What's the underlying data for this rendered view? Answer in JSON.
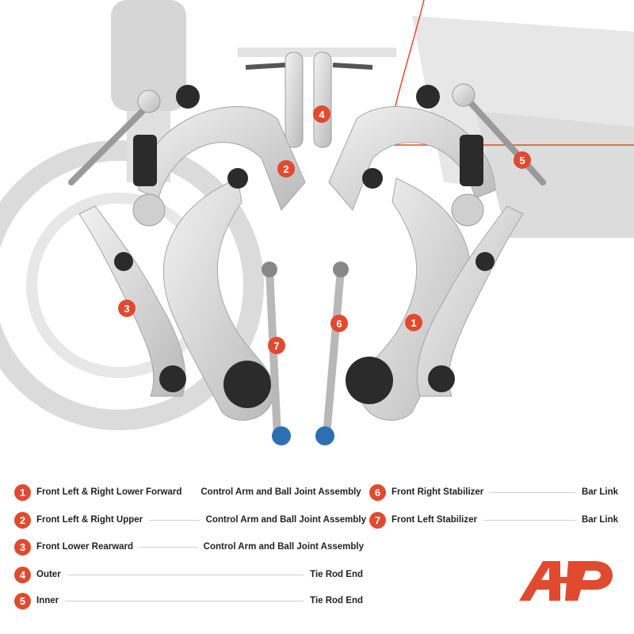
{
  "callout_numbers": [
    "1",
    "2",
    "3",
    "4",
    "5",
    "6",
    "7"
  ],
  "legend": [
    {
      "number": "1",
      "left": "Front Left  &  Right Lower Forward",
      "right": "Control Arm and Ball Joint Assembly"
    },
    {
      "number": "2",
      "left": "Front Left  &  Right  Upper",
      "right": "Control Arm and Ball Joint Assembly"
    },
    {
      "number": "3",
      "left": "Front Lower Rearward",
      "right": "Control Arm and Ball Joint Assembly"
    },
    {
      "number": "4",
      "left": "Outer",
      "right": "Tie Rod End"
    },
    {
      "number": "5",
      "left": "Inner",
      "right": "Tie Rod End"
    },
    {
      "number": "6",
      "left": "Front Right Stabilizer",
      "right": "Bar Link"
    },
    {
      "number": "7",
      "left": "Front Left Stabilizer",
      "right": "Bar Link"
    }
  ],
  "colors": {
    "accent": "#e04a2f",
    "part": "#d9d9d9",
    "bushing": "#2b2b2b",
    "bolt_blue": "#2d6fb4"
  },
  "logo_icon": "a-premium-logo-icon"
}
